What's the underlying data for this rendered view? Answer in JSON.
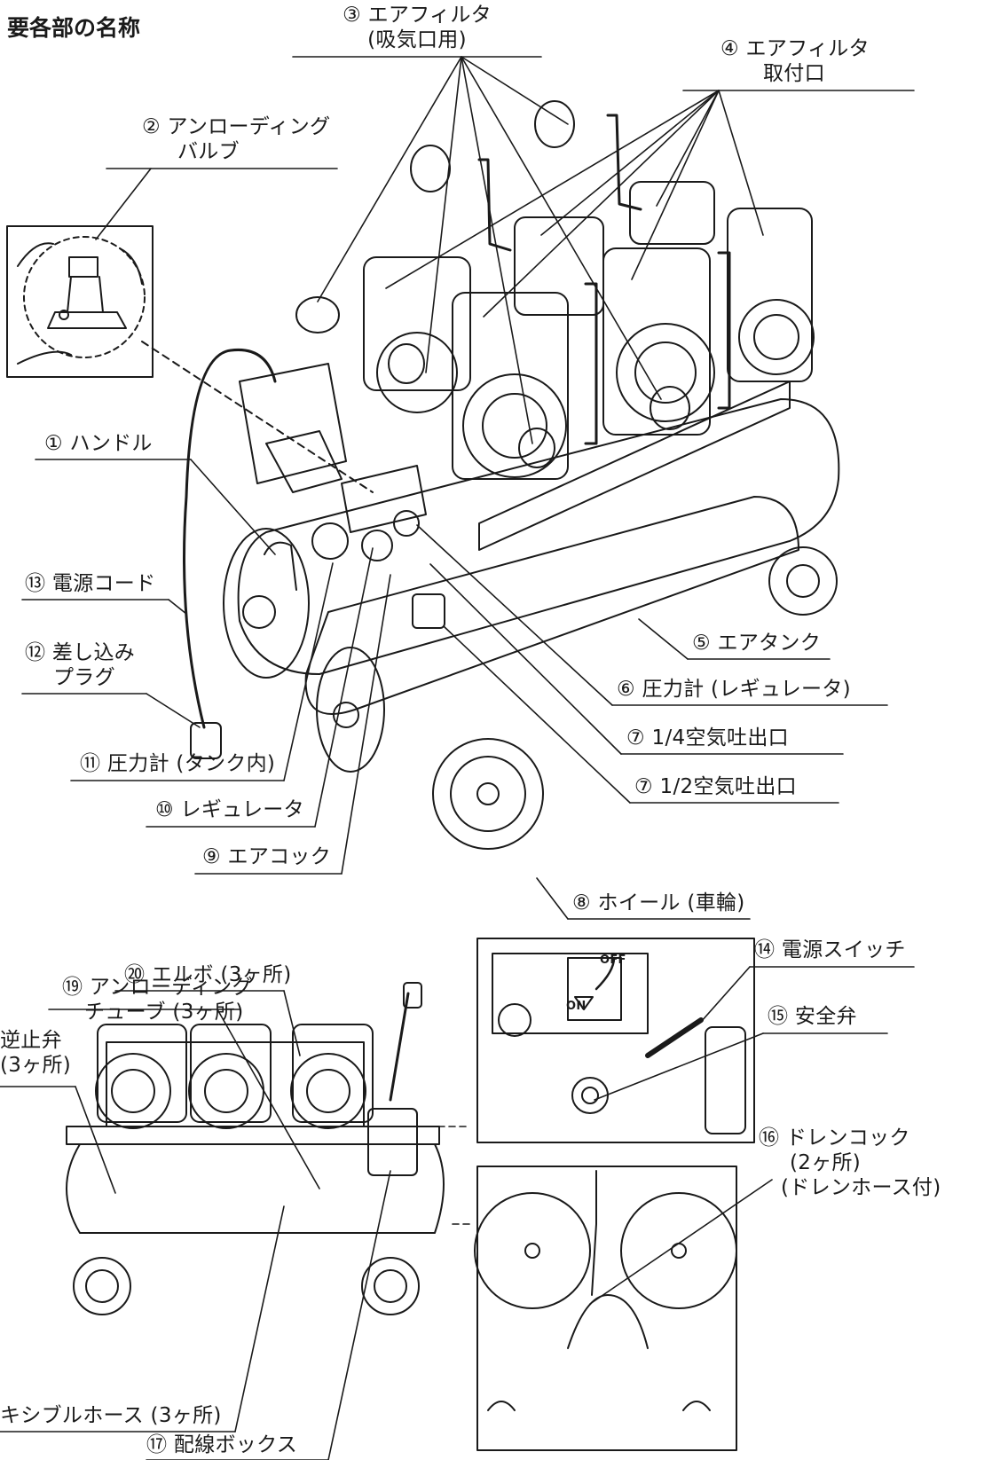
{
  "title": "要各部の名称",
  "labels": {
    "air_filter": "③ エアフィルタ",
    "air_filter_sub": "(吸気口用)",
    "air_filter_mount": "④ エアフィルタ",
    "air_filter_mount_sub": "取付口",
    "unloading_valve": "② アンローディング",
    "unloading_valve_sub": "バルブ",
    "handle": "① ハンドル",
    "power_cord": "⑬ 電源コード",
    "plug": "⑫ 差し込み",
    "plug_sub": "プラグ",
    "air_tank": "⑤ エアタンク",
    "gauge_regulator": "⑥ 圧力計 (レギュレータ)",
    "outlet_quarter": "⑦ 1/4空気吐出口",
    "gauge_tank": "⑪ 圧力計 (タンク内)",
    "outlet_half": "⑦ 1/2空気吐出口",
    "regulator": "⑩ レギュレータ",
    "air_cock": "⑨ エアコック",
    "wheel": "⑧ ホイール (車輪)",
    "elbow": "⑳ エルボ (3ヶ所)",
    "unloading_tube": "⑲ アンローディング",
    "unloading_tube_sub": "チューブ (3ヶ所)",
    "check_valve": "逆止弁",
    "check_valve_sub": "(3ヶ所)",
    "flexible_hose": "キシブルホース (3ヶ所)",
    "wiring_box": "⑰ 配線ボックス",
    "power_switch": "⑭ 電源スイッチ",
    "safety_valve": "⑮ 安全弁",
    "drain_cock": "⑯ ドレンコック",
    "drain_cock_sub1": "(2ヶ所)",
    "drain_cock_sub2": "(ドレンホース付)",
    "switch_off": "OFF",
    "switch_on": "ON"
  }
}
